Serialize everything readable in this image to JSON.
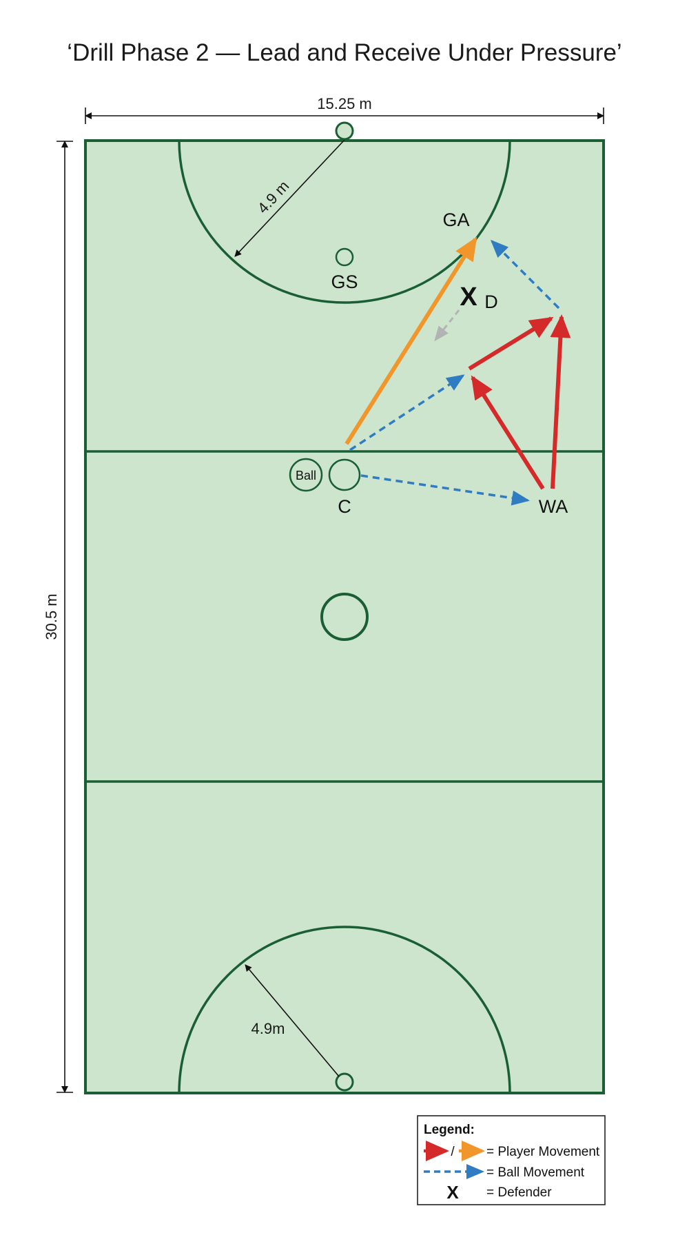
{
  "title": "‘Drill Phase 2 — Lead and Receive Under Pressure’",
  "dimensions": {
    "width_label": "15.25 m",
    "length_label": "30.5 m",
    "top_circle_radius_label": "4.9 m",
    "bottom_circle_radius_label": "4.9m"
  },
  "positions": {
    "ga": "GA",
    "gs": "GS",
    "c": "C",
    "wa": "WA",
    "defender_mark": "X",
    "defender_label": "D",
    "ball_label": "Ball"
  },
  "legend": {
    "title": "Legend:",
    "player_movement_sep": "/",
    "player_movement": "= Player Movement",
    "ball_movement": "= Ball Movement",
    "defender_mark": "X",
    "defender": "= Defender"
  },
  "colors": {
    "court_fill": "#cde4cd",
    "court_line": "#1a5e34",
    "player_red": "#d42a2a",
    "player_orange": "#f0962a",
    "ball_blue": "#2f7cc3",
    "defender_grey": "#b3b3b3"
  }
}
